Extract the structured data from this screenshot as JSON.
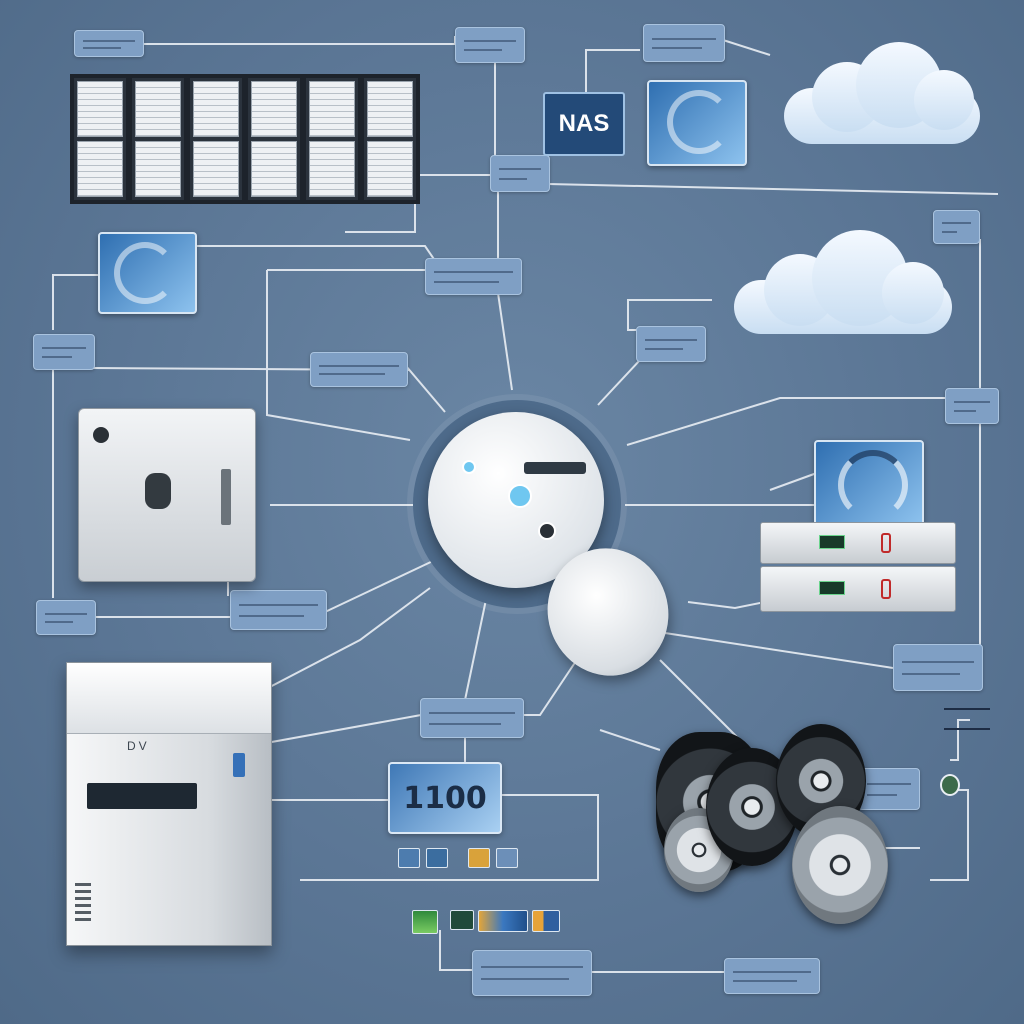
{
  "nodes": {
    "nas_label": "NAS",
    "counter_label": "1100",
    "tower_label": "DV"
  },
  "colors": {
    "background": "#5b7796",
    "label_box": "#7f9fc4",
    "connector": "#e9eef4",
    "accent_blue": "#2f6fb1"
  },
  "icons": {
    "bottom_row": [
      "green-triangle-icon",
      "monitor-icon",
      "palette-icon",
      "document-icon"
    ],
    "counter_row": [
      "folder-icon",
      "chart-icon",
      "image-icon",
      "media-icon"
    ]
  }
}
